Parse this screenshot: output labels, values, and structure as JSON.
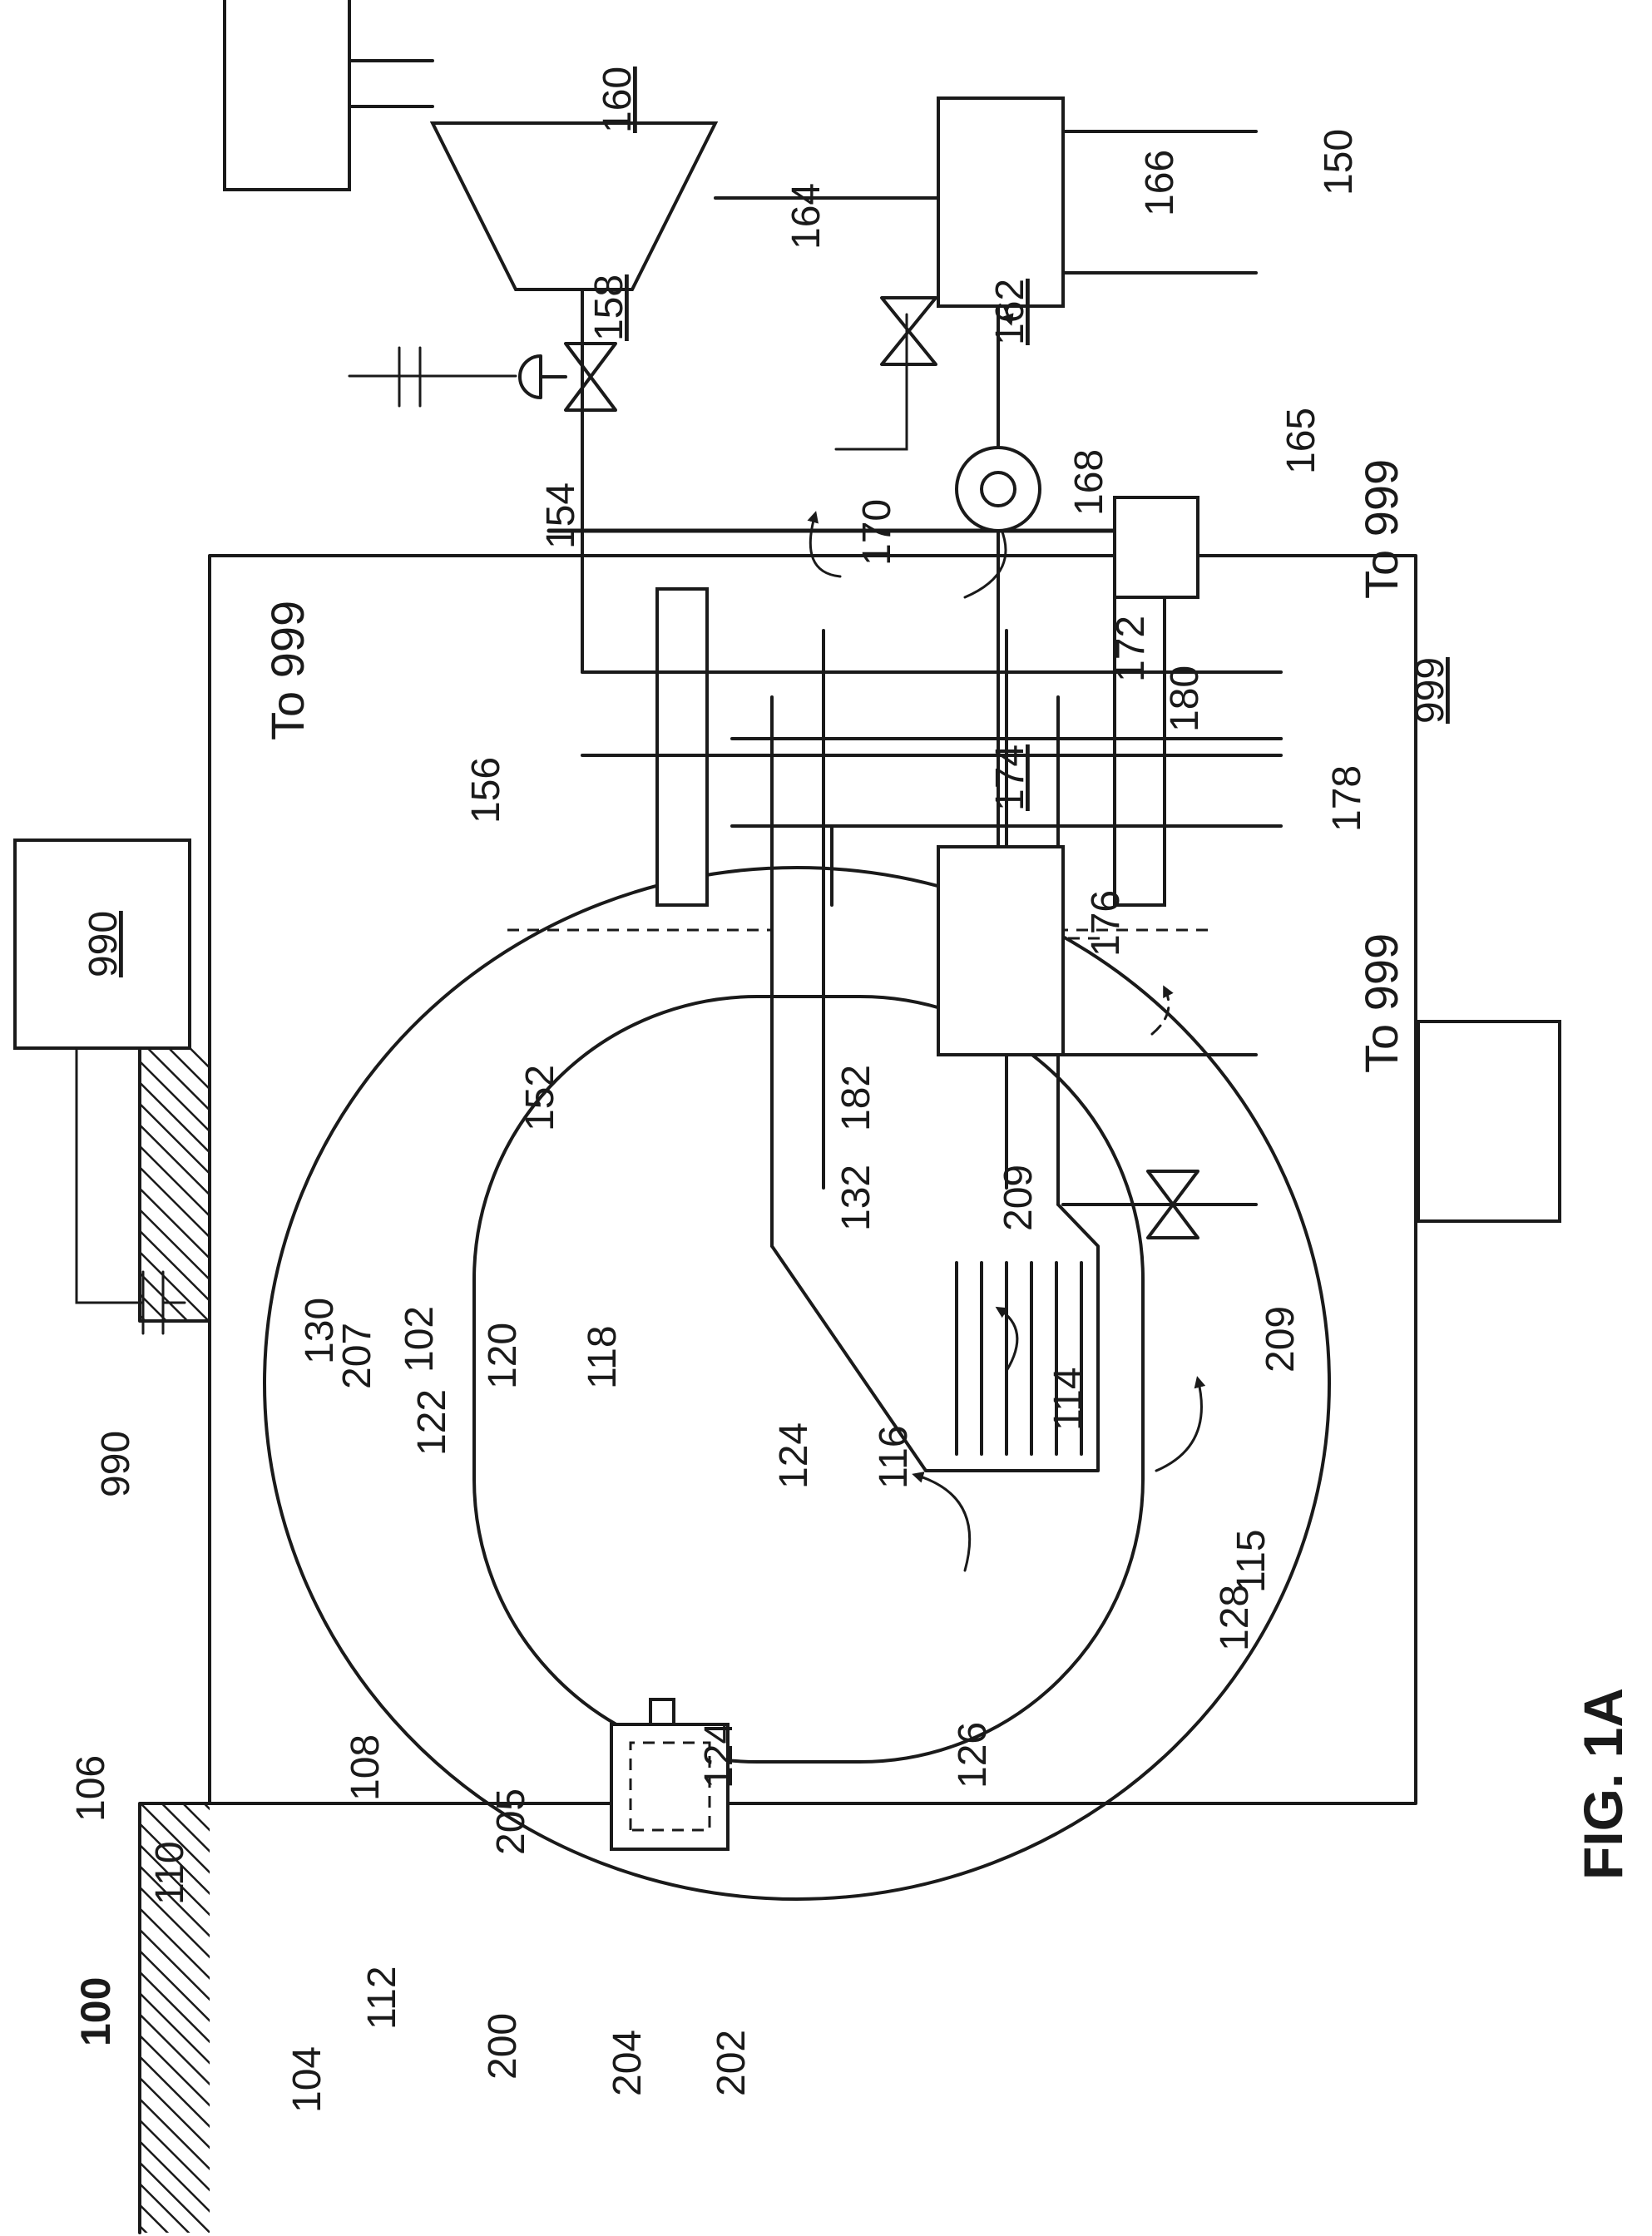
{
  "figure": {
    "title": "FIG. 1A",
    "system_ref": "100",
    "dest_label": "To 999",
    "refs": {
      "r990": "990",
      "r999": "999",
      "r102": "102",
      "r104": "104",
      "r106": "106",
      "r108": "108",
      "r110": "110",
      "r112": "112",
      "r114": "114",
      "r115": "115",
      "r116": "116",
      "r118": "118",
      "r120": "120",
      "r122": "122",
      "r124": "124",
      "r126": "126",
      "r128": "128",
      "r130": "130",
      "r132": "132",
      "r150": "150",
      "r152": "152",
      "r154": "154",
      "r156": "156",
      "r158": "158",
      "r160": "160",
      "r162": "162",
      "r164": "164",
      "r165": "165",
      "r166": "166",
      "r168": "168",
      "r170": "170",
      "r172": "172",
      "r174": "174",
      "r176": "176",
      "r178": "178",
      "r180": "180",
      "r182": "182",
      "r200": "200",
      "r202": "202",
      "r204": "204",
      "r205": "205",
      "r207": "207",
      "r209": "209"
    }
  }
}
